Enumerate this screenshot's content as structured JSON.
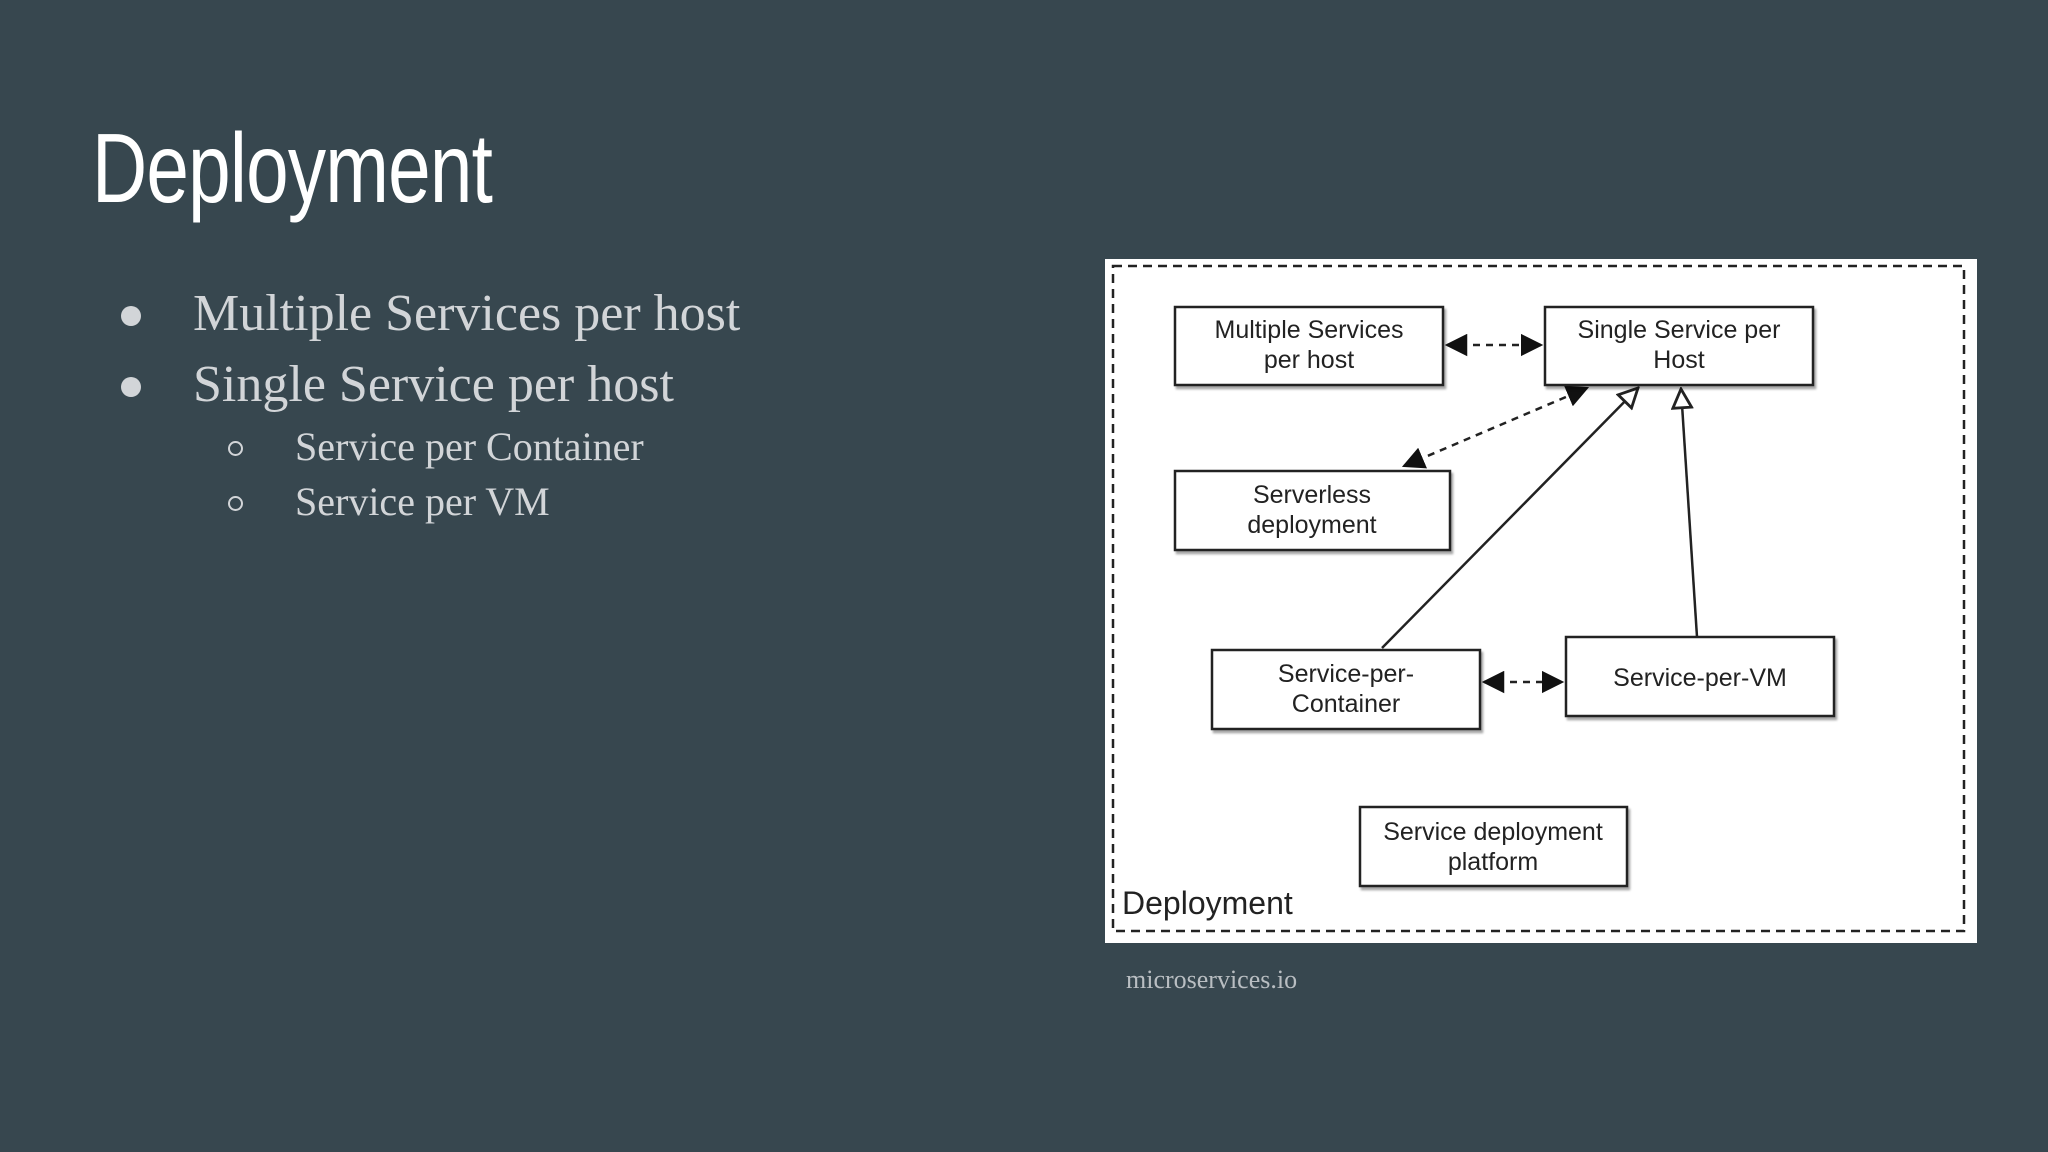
{
  "slide": {
    "title": "Deployment",
    "bullets": [
      {
        "label": "Multiple Services per host"
      },
      {
        "label": "Single Service per host",
        "children": [
          {
            "label": "Service per Container"
          },
          {
            "label": "Service per VM"
          }
        ]
      }
    ],
    "caption": "microservices.io"
  },
  "diagram": {
    "frame_label": "Deployment",
    "boxes": {
      "multiple_services": [
        "Multiple Services",
        "per host"
      ],
      "single_service": [
        "Single Service per",
        "Host"
      ],
      "serverless": [
        "Serverless",
        "deployment"
      ],
      "service_per_container": [
        "Service-per-",
        "Container"
      ],
      "service_per_vm": [
        "Service-per-VM"
      ],
      "platform": [
        "Service deployment",
        "platform"
      ]
    }
  },
  "colors": {
    "background": "#37474f",
    "text": "#d2d5d8",
    "title": "#ffffff"
  }
}
